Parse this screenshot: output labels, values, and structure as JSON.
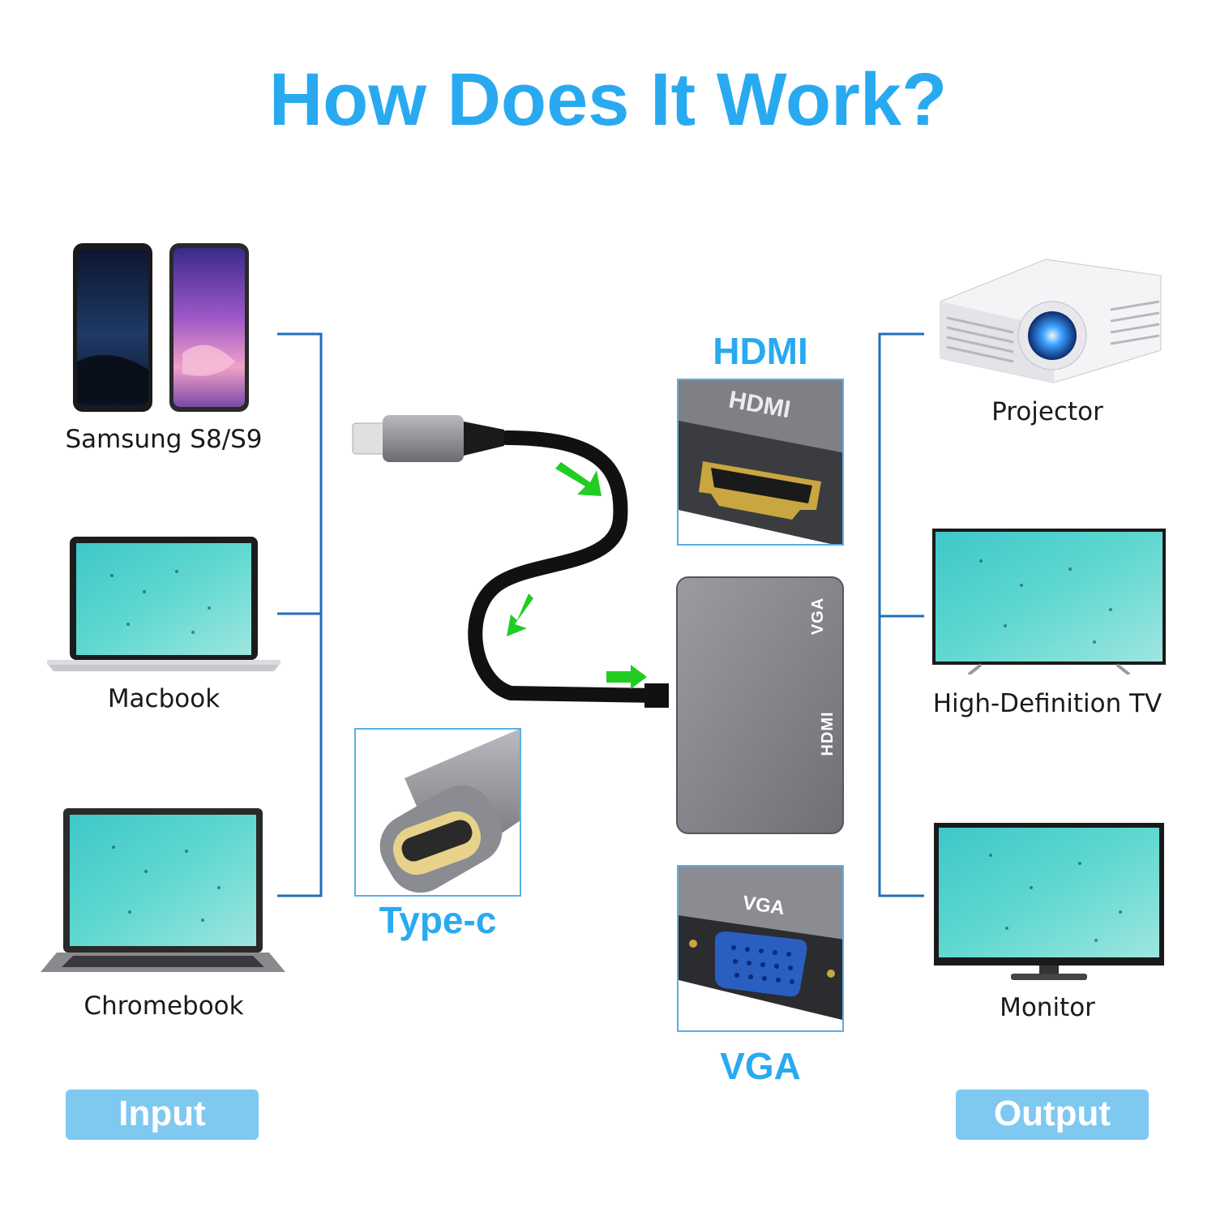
{
  "title": "How Does It Work?",
  "input_devices": [
    {
      "label": "Samsung S8/S9",
      "icon": "phones-icon"
    },
    {
      "label": "Macbook",
      "icon": "laptop-icon"
    },
    {
      "label": "Chromebook",
      "icon": "chromebook-icon"
    }
  ],
  "output_devices": [
    {
      "label": "Projector",
      "icon": "projector-icon"
    },
    {
      "label": "High-Definition TV",
      "icon": "tv-icon"
    },
    {
      "label": "Monitor",
      "icon": "monitor-icon"
    }
  ],
  "ports": {
    "hdmi_title": "HDMI",
    "vga_title": "VGA",
    "typec_title": "Type-c",
    "hdmi_port_label": "HDMI",
    "vga_port_label": "VGA",
    "hub_vga_label": "VGA",
    "hub_hdmi_label": "HDMI"
  },
  "buttons": {
    "input": "Input",
    "output": "Output"
  },
  "colors": {
    "accent": "#29aaf0",
    "pill": "#7fc8f0",
    "bracket": "#1f6fb8",
    "arrow": "#22cc22"
  }
}
